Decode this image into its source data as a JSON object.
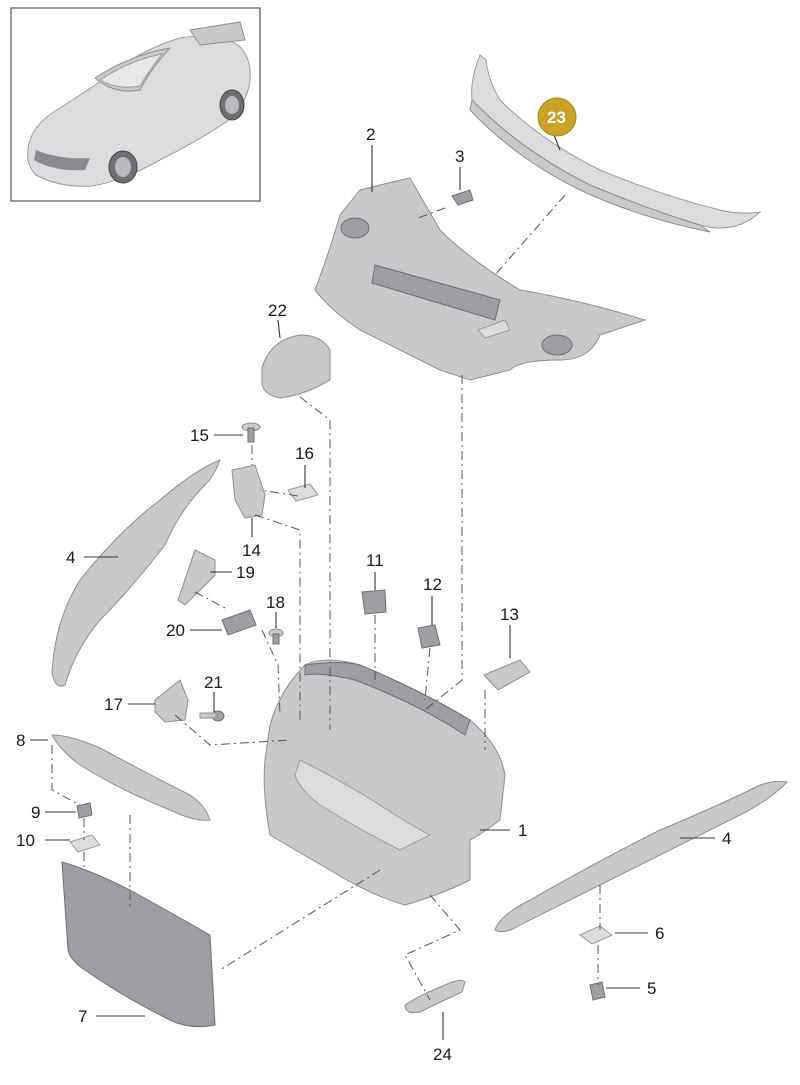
{
  "diagram": {
    "highlight_color": "#c9a227",
    "part_color": "#c9c9cc",
    "callouts": [
      {
        "id": "c1",
        "text": "1"
      },
      {
        "id": "c2",
        "text": "2"
      },
      {
        "id": "c3",
        "text": "3"
      },
      {
        "id": "c4a",
        "text": "4"
      },
      {
        "id": "c4b",
        "text": "4"
      },
      {
        "id": "c5",
        "text": "5"
      },
      {
        "id": "c6",
        "text": "6"
      },
      {
        "id": "c7",
        "text": "7"
      },
      {
        "id": "c8",
        "text": "8"
      },
      {
        "id": "c9",
        "text": "9"
      },
      {
        "id": "c10",
        "text": "10"
      },
      {
        "id": "c11",
        "text": "11"
      },
      {
        "id": "c12",
        "text": "12"
      },
      {
        "id": "c13",
        "text": "13"
      },
      {
        "id": "c14",
        "text": "14"
      },
      {
        "id": "c15",
        "text": "15"
      },
      {
        "id": "c16",
        "text": "16"
      },
      {
        "id": "c17",
        "text": "17"
      },
      {
        "id": "c18",
        "text": "18"
      },
      {
        "id": "c19",
        "text": "19"
      },
      {
        "id": "c20",
        "text": "20"
      },
      {
        "id": "c21",
        "text": "21"
      },
      {
        "id": "c22",
        "text": "22"
      },
      {
        "id": "c23",
        "text": "23"
      },
      {
        "id": "c24",
        "text": "24"
      }
    ]
  }
}
